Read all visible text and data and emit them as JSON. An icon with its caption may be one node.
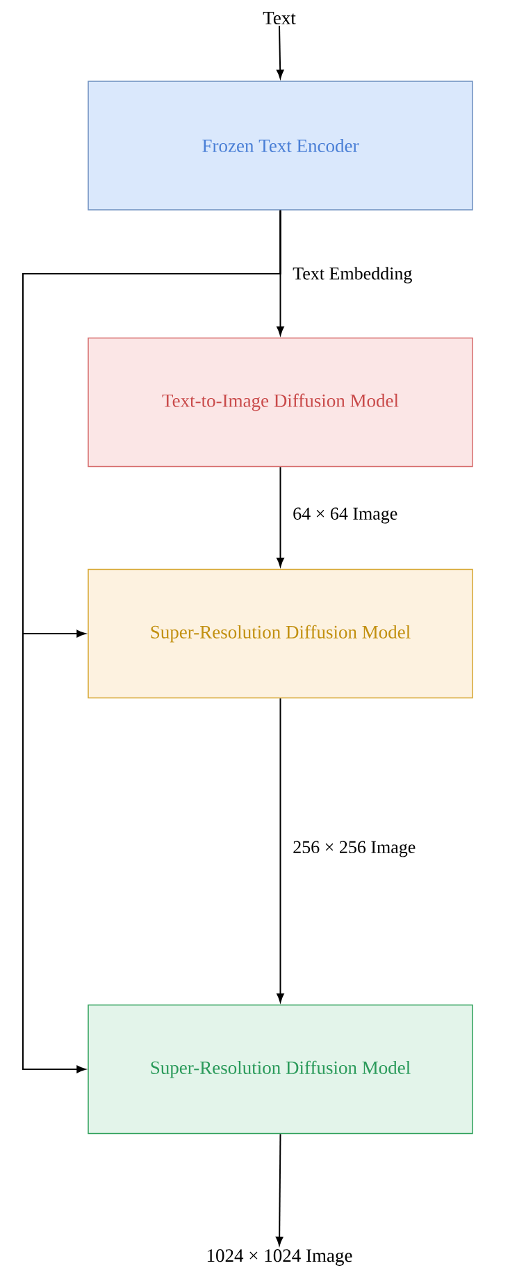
{
  "diagram": {
    "nodes": [
      {
        "text": [
          "Text"
        ]
      },
      {
        "text": [
          "Frozen Text Encoder"
        ]
      },
      {
        "text": [
          "Text-to-Image Diffusion Model"
        ]
      },
      {
        "text": [
          "Super-Resolution Diffusion Model"
        ]
      },
      {
        "text": [
          "Super-Resolution Diffusion Model"
        ]
      },
      {
        "text": [
          "1024 × 1024 Image"
        ]
      }
    ],
    "edges": [
      {
        "from": 0,
        "to": 1,
        "arrow": "to"
      },
      {
        "from": 1,
        "to": 2,
        "arrow": "to",
        "label": "Text Embedding"
      },
      {
        "from": 2,
        "to": 3,
        "arrow": "to",
        "label": "64 × 64 Image"
      },
      {
        "from": 3,
        "to": 4,
        "arrow": "to",
        "label": "256 × 256 Image"
      },
      {
        "from": 1,
        "to": 3,
        "arrow": "to"
      },
      {
        "from": 1,
        "to": 4,
        "arrow": "to"
      },
      {
        "from": 4,
        "to": 5,
        "arrow": "to"
      }
    ]
  }
}
